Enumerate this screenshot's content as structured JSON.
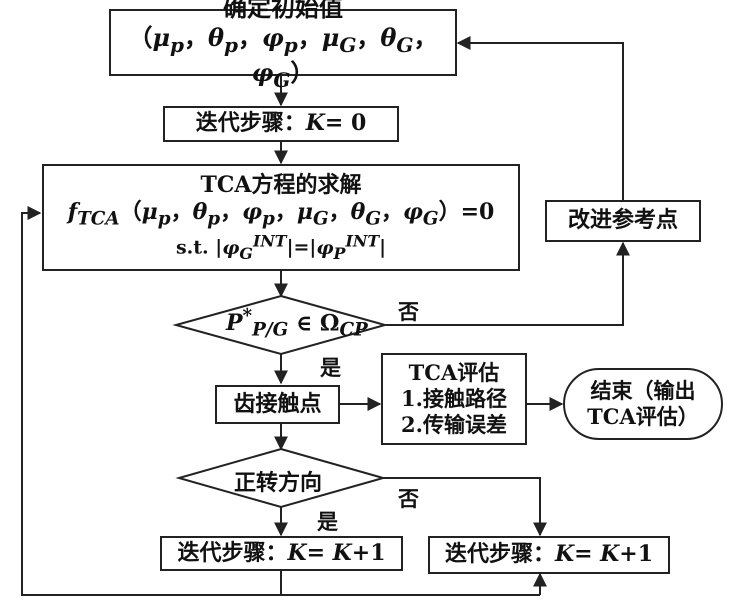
{
  "init_box": {
    "title": "确定初始值",
    "params": "（μp，θp，φp，μG，θG，φG）"
  },
  "iter_init": {
    "text": "迭代步骤：K= 0"
  },
  "tca_solve": {
    "title": "TCA方程的求解",
    "equation": "fTCA（μp，θp，φp，μG，θG，φG）=0",
    "constraint": "s.t. |φGINT|=|φPINT|"
  },
  "decision1": {
    "text": "P*P/G ∈ ΩCP",
    "no_label": "否",
    "yes_label": "是"
  },
  "improve_box": {
    "text": "改进参考点"
  },
  "contact_box": {
    "text": "齿接触点"
  },
  "eval_box": {
    "title": "TCA评估",
    "item1": "1.接触路径",
    "item2": "2.传输误差"
  },
  "end_box": {
    "line1": "结束（输出",
    "line2": "TCA评估）"
  },
  "decision2": {
    "text": "正转方向",
    "no_label": "否",
    "yes_label": "是"
  },
  "iter_left": {
    "text": "迭代步骤：K= K+1"
  },
  "iter_right": {
    "text": "迭代步骤：K= K+1"
  }
}
